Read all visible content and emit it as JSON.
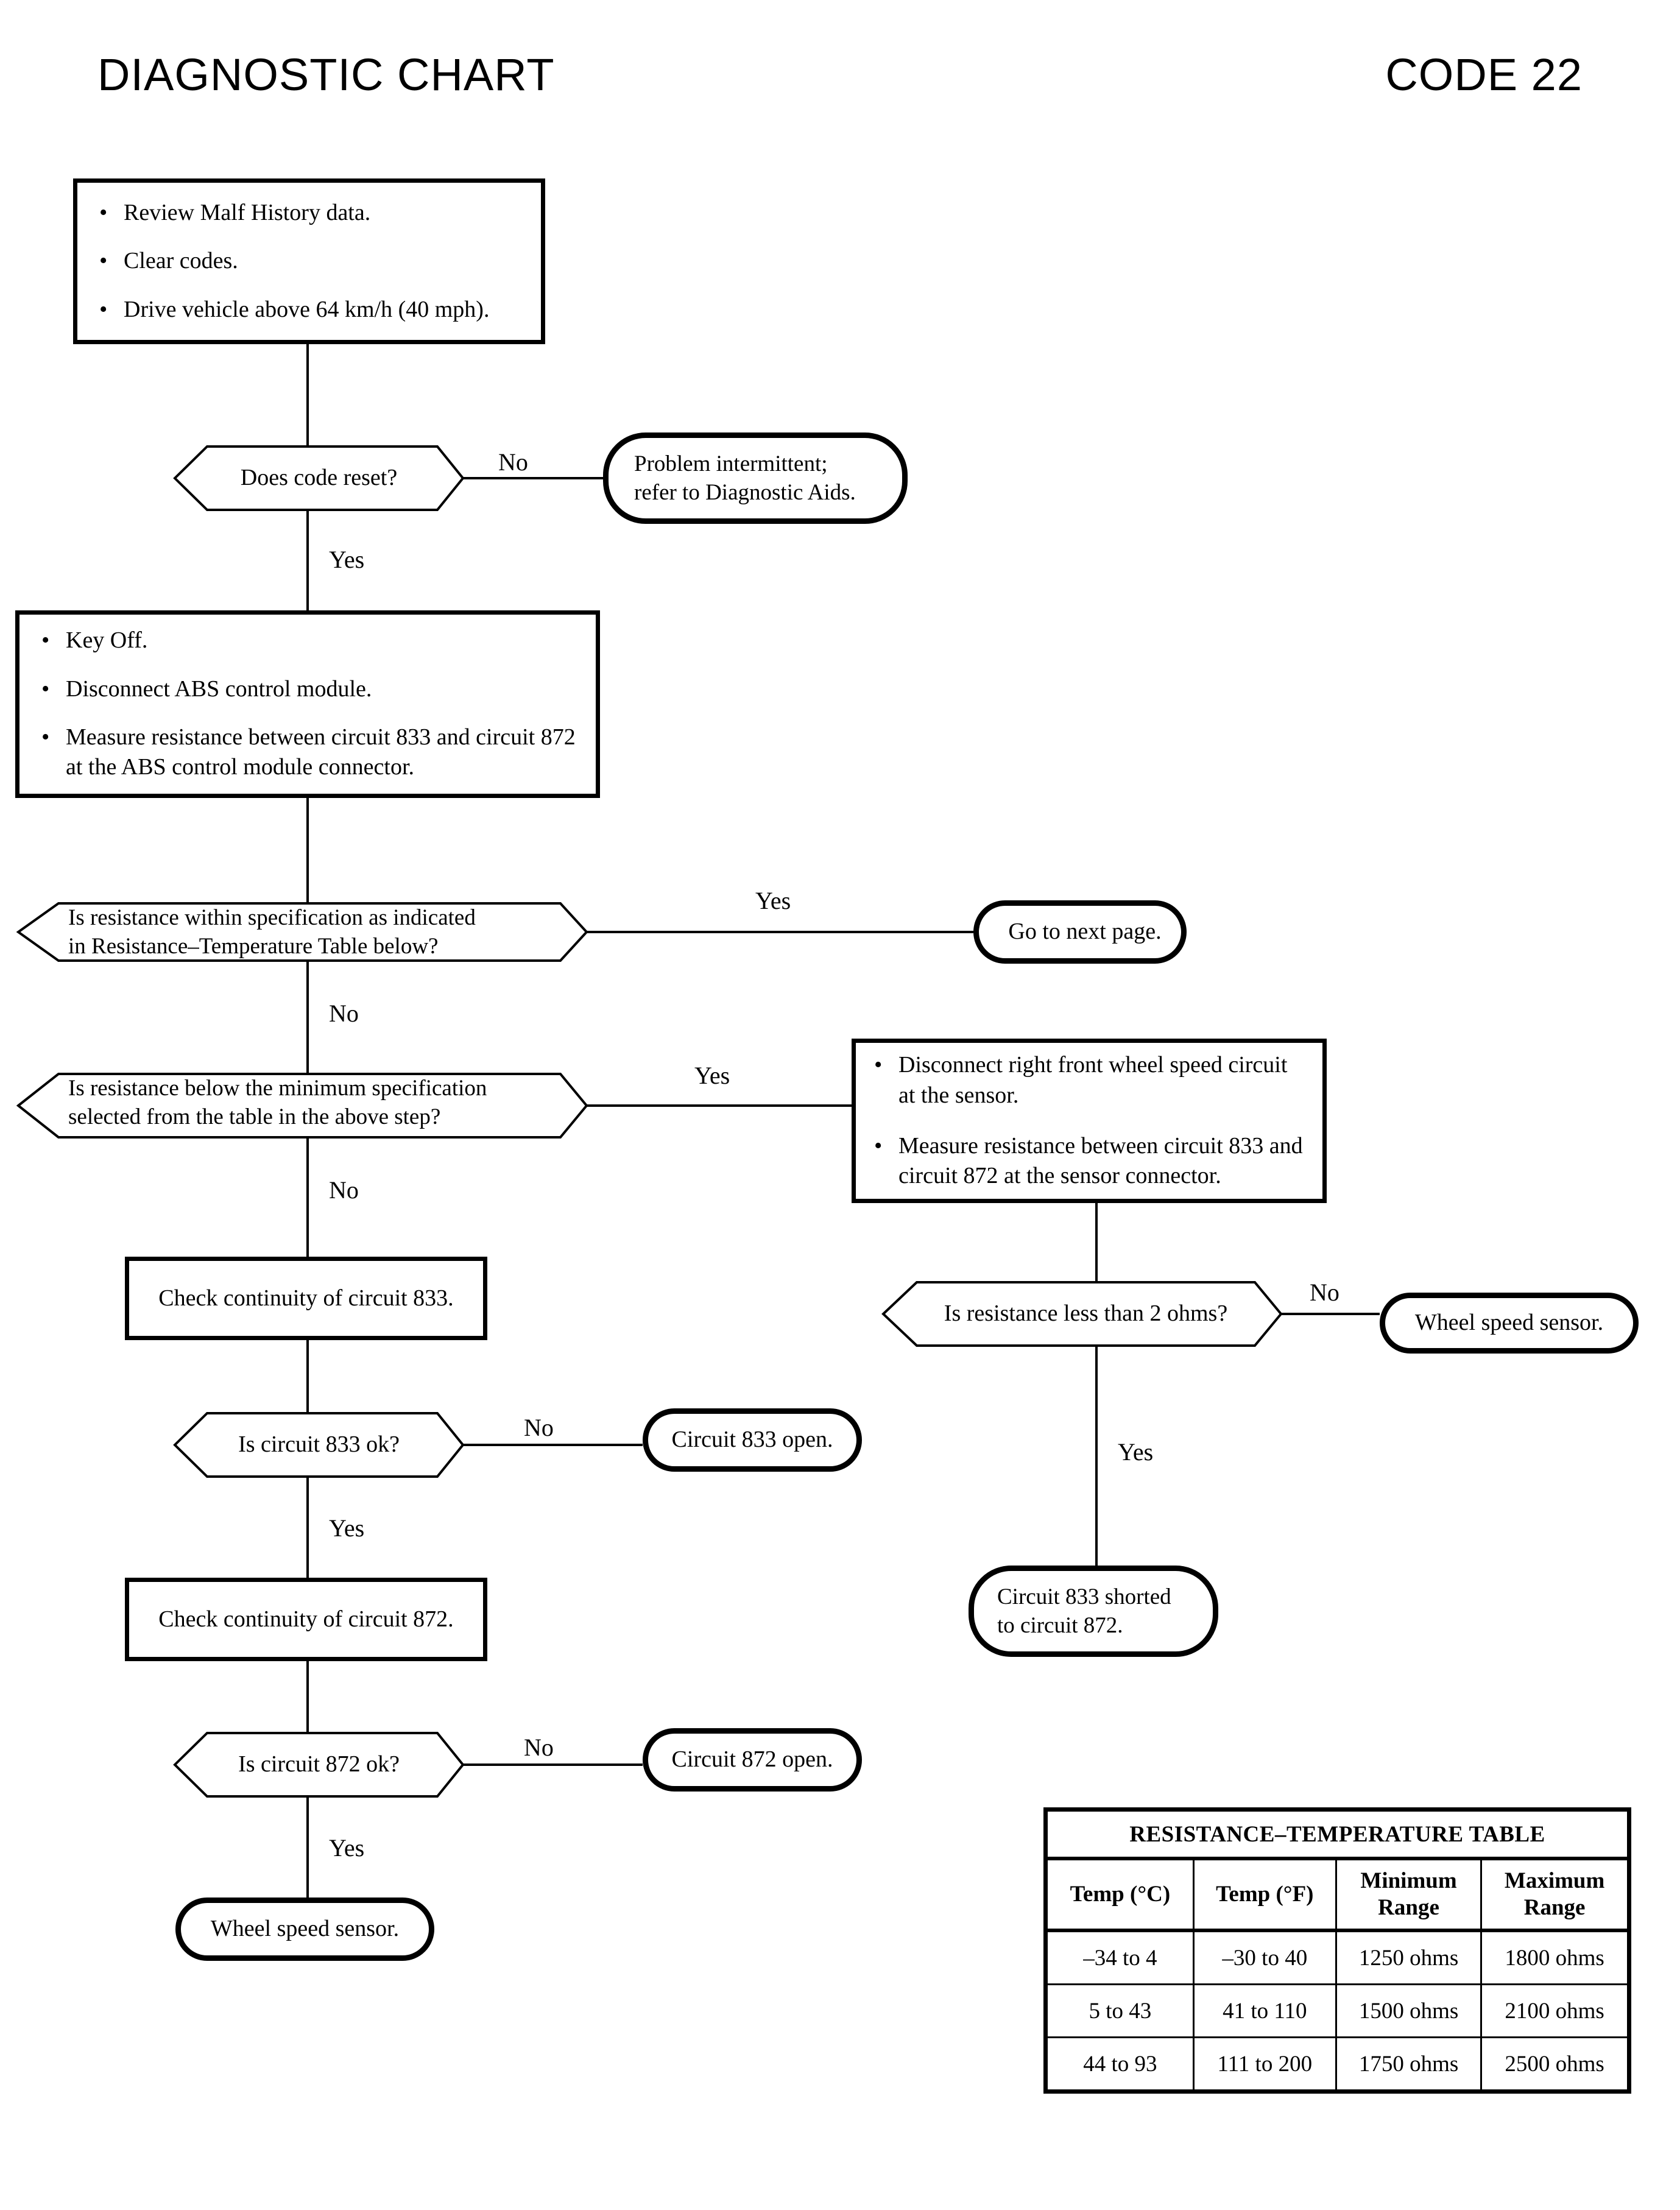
{
  "header": {
    "title": "DIAGNOSTIC CHART",
    "code": "CODE 22"
  },
  "flow": {
    "step1": {
      "bullets": [
        "Review Malf History data.",
        "Clear codes.",
        "Drive vehicle above 64 km/h (40 mph)."
      ]
    },
    "decision1": {
      "text": "Does code reset?"
    },
    "terminal_intermittent": {
      "line1": "Problem intermittent;",
      "line2": "refer to Diagnostic Aids."
    },
    "step2": {
      "bullets": [
        "Key Off.",
        "Disconnect ABS control module.",
        "Measure resistance between circuit 833 and circuit 872 at the ABS control module connector."
      ]
    },
    "decision2": {
      "line1": "Is resistance within specification as indicated",
      "line2": "in Resistance–Temperature Table below?"
    },
    "terminal_next_page": {
      "text": "Go to next page."
    },
    "decision3": {
      "line1": "Is resistance below the minimum specification",
      "line2": "selected from the table in the above step?"
    },
    "step3_right": {
      "bullets": [
        "Disconnect right front wheel speed circuit at the sensor.",
        "Measure resistance between circuit 833 and circuit 872 at the sensor connector."
      ]
    },
    "step_check833": {
      "text": "Check continuity of circuit 833."
    },
    "decision_2ohms": {
      "text": "Is resistance less than 2 ohms?"
    },
    "terminal_wheel_sensor_right": {
      "text": "Wheel speed sensor."
    },
    "decision_833ok": {
      "text": "Is circuit 833 ok?"
    },
    "terminal_833open": {
      "text": "Circuit 833 open."
    },
    "terminal_833shorted": {
      "line1": "Circuit 833 shorted",
      "line2": "to circuit 872."
    },
    "step_check872": {
      "text": "Check continuity of circuit 872."
    },
    "decision_872ok": {
      "text": "Is circuit 872 ok?"
    },
    "terminal_872open": {
      "text": "Circuit 872 open."
    },
    "terminal_wheel_sensor_bottom": {
      "text": "Wheel speed sensor."
    },
    "labels": {
      "no": "No",
      "yes": "Yes"
    },
    "bullet_glyph": "•"
  },
  "chart_data": {
    "type": "table",
    "title": "RESISTANCE–TEMPERATURE TABLE",
    "columns": [
      "Temp (°C)",
      "Temp (°F)",
      "Minimum Range",
      "Maximum Range"
    ],
    "column_lines": [
      [
        "Temp (°C)"
      ],
      [
        "Temp (°F)"
      ],
      [
        "Minimum",
        "Range"
      ],
      [
        "Maximum",
        "Range"
      ]
    ],
    "rows": [
      [
        "–34 to 4",
        "–30 to 40",
        "1250 ohms",
        "1800 ohms"
      ],
      [
        "5 to 43",
        "41 to 110",
        "1500 ohms",
        "2100 ohms"
      ],
      [
        "44 to 93",
        "111 to 200",
        "1750 ohms",
        "2500 ohms"
      ]
    ]
  }
}
